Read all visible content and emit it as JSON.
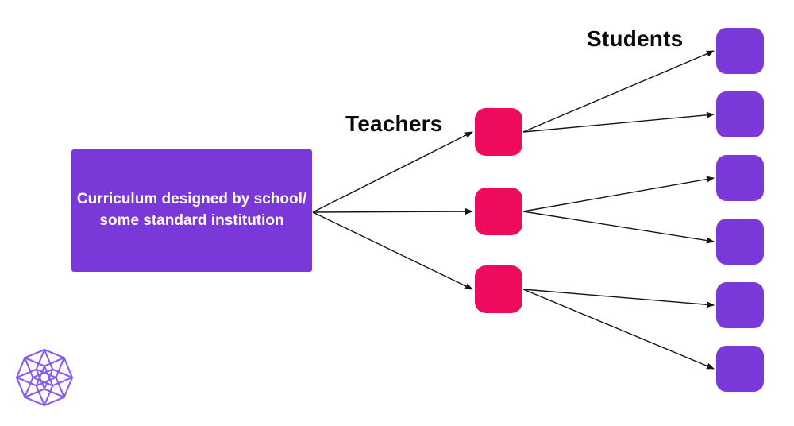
{
  "diagram": {
    "curriculum": {
      "line1": "Curriculum designed by school/",
      "line2": "some standard institution"
    },
    "labels": {
      "teachers": "Teachers",
      "students": "Students"
    },
    "teachers": [
      "t1",
      "t2",
      "t3"
    ],
    "students": [
      "s1",
      "s2",
      "s3",
      "s4",
      "s5",
      "s6"
    ],
    "edges": [
      [
        "curriculum",
        "t1"
      ],
      [
        "curriculum",
        "t2"
      ],
      [
        "curriculum",
        "t3"
      ],
      [
        "t1",
        "s1"
      ],
      [
        "t1",
        "s2"
      ],
      [
        "t2",
        "s3"
      ],
      [
        "t2",
        "s4"
      ],
      [
        "t3",
        "s5"
      ],
      [
        "t3",
        "s6"
      ]
    ]
  },
  "logo": {
    "icon": "tesseract-hypercube-logo"
  },
  "colors": {
    "background": "#ffffff",
    "node_purple": "#7a38d8",
    "node_pink": "#ee0b5e",
    "box_text": "#ffffff",
    "label_text": "#0b0b0b",
    "arrow": "#141414",
    "logo_purple": "#8a5cef"
  }
}
